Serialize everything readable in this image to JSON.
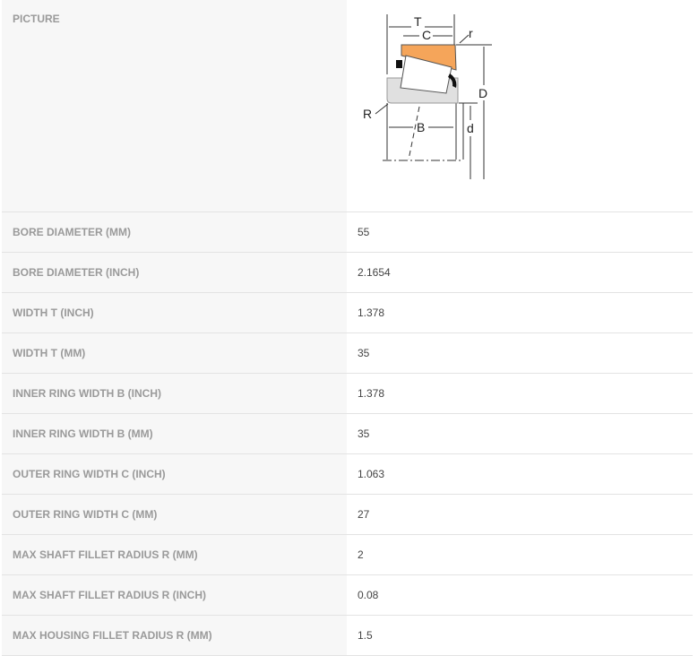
{
  "picture": {
    "label": "PICTURE",
    "diagram_labels": {
      "T": "T",
      "C": "C",
      "r": "r",
      "D": "D",
      "R": "R",
      "B": "B",
      "d": "d"
    },
    "colors": {
      "outer_ring": "#f5a55a",
      "inner_ring": "#e0e0e0"
    }
  },
  "rows": [
    {
      "label": "BORE DIAMETER (MM)",
      "value": "55"
    },
    {
      "label": "BORE DIAMETER (INCH)",
      "value": "2.1654"
    },
    {
      "label": "WIDTH T (INCH)",
      "value": "1.378"
    },
    {
      "label": "WIDTH T (MM)",
      "value": "35"
    },
    {
      "label": "INNER RING WIDTH B (INCH)",
      "value": "1.378"
    },
    {
      "label": "INNER RING WIDTH B (MM)",
      "value": "35"
    },
    {
      "label": "OUTER RING WIDTH C (INCH)",
      "value": "1.063"
    },
    {
      "label": "OUTER RING WIDTH C (MM)",
      "value": "27"
    },
    {
      "label": "MAX SHAFT FILLET RADIUS R (MM)",
      "value": "2"
    },
    {
      "label": "MAX SHAFT FILLET RADIUS R (INCH)",
      "value": "0.08"
    },
    {
      "label": "MAX HOUSING FILLET RADIUS R (MM)",
      "value": "1.5"
    }
  ]
}
